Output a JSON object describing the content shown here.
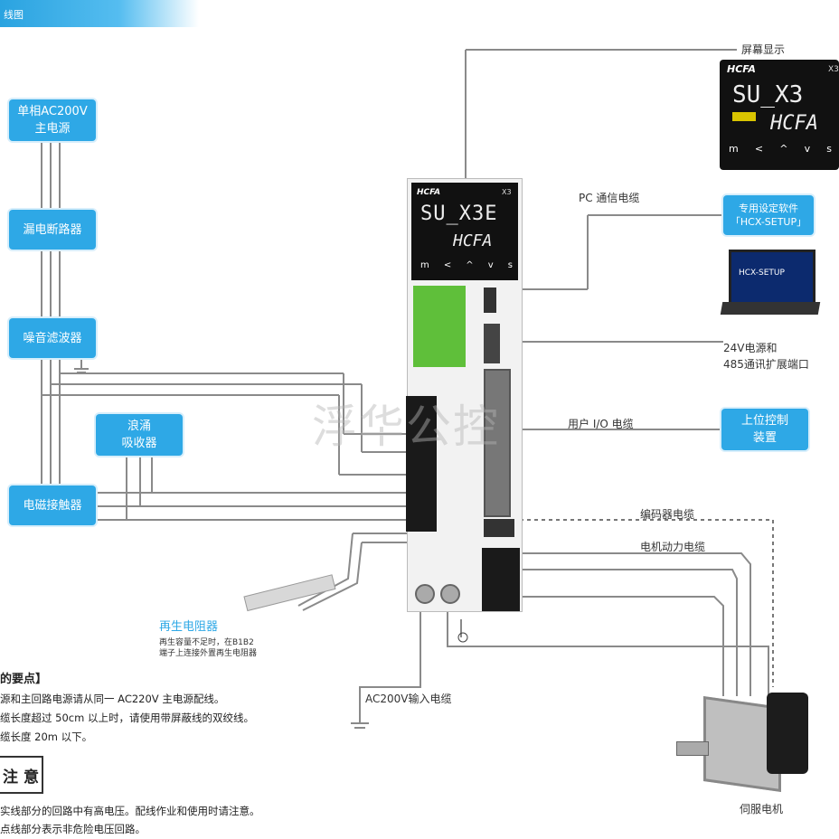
{
  "header": {
    "title": "线图"
  },
  "left_column": {
    "main_power": "单相AC200V\n主电源",
    "breaker": "漏电断路器",
    "noise_filter": "噪音滤波器",
    "surge_absorber": "浪涌\n吸收器",
    "contactor": "电磁接触器"
  },
  "regen": {
    "title": "再生电阻器",
    "note_line1": "再生容量不足时，在B1B2",
    "note_line2": "端子上连接外置再生电阻器"
  },
  "right_labels": {
    "screen": "屏幕显示",
    "pc_cable": "PC 通信电缆",
    "software": "专用设定软件\n「HCX-SETUP」",
    "laptop_screen": "HCX-SETUP",
    "power_24v_line1": "24V电源和",
    "power_24v_line2": "485通讯扩展端口",
    "io_cable": "用户  I/O 电缆",
    "controller": "上位控制\n装置",
    "encoder_cable": "编码器电缆",
    "motor_power_cable": "电机动力电缆",
    "ac_input": "AC200V输入电缆",
    "servo_motor": "伺服电机"
  },
  "drive": {
    "brand": "HCFA",
    "series": "X3",
    "display_line1": "SU_X3E",
    "display_line2": "HCFA",
    "buttons": [
      "m",
      "<",
      "^",
      "v",
      "s"
    ]
  },
  "zoom_display": {
    "brand": "HCFA",
    "series": "X3",
    "line1": "SU_X3",
    "line2": "HCFA",
    "buttons": [
      "m",
      "<",
      "^",
      "v",
      "s"
    ]
  },
  "notes": {
    "heading": "的要点】",
    "line1": "源和主回路电源请从同一 AC220V 主电源配线。",
    "line2": "缆长度超过 50cm 以上时，请使用带屏蔽线的双绞线。",
    "line3": "缆长度 20m 以下。",
    "caution_title": "注 意",
    "caution_line1": "实线部分的回路中有高电压。配线作业和使用时请注意。",
    "caution_line2": "点线部分表示非危险电压回路。"
  },
  "watermark": "浮华公控",
  "colors": {
    "accent_blue": "#2ea8e6",
    "drive_green": "#5fbf3a",
    "line_gray": "#777777"
  }
}
